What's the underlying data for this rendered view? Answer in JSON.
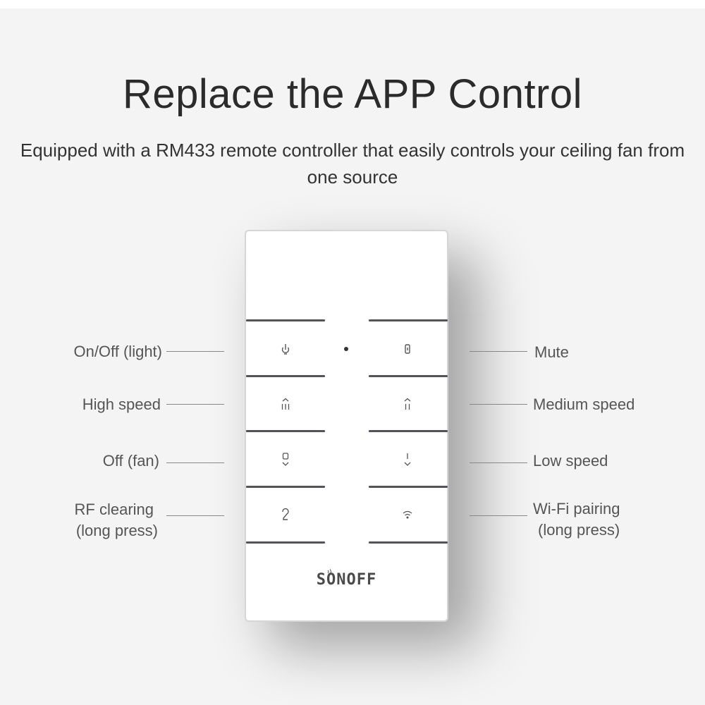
{
  "header": {
    "title": "Replace the APP Control",
    "subtitle": "Equipped with a RM433 remote controller that easily controls your ceiling fan from one source"
  },
  "remote": {
    "brand": "SONOFF",
    "buttons": [
      {
        "name": "light-icon",
        "icon": "bulb"
      },
      {
        "name": "mute-icon",
        "icon": "mute"
      },
      {
        "name": "high-speed-icon",
        "icon": "speed-3"
      },
      {
        "name": "medium-speed-icon",
        "icon": "speed-2"
      },
      {
        "name": "fan-off-icon",
        "icon": "fan-off"
      },
      {
        "name": "low-speed-icon",
        "icon": "speed-1"
      },
      {
        "name": "rf-clear-icon",
        "icon": "rf"
      },
      {
        "name": "wifi-icon",
        "icon": "wifi"
      }
    ]
  },
  "labels": {
    "left": {
      "onoff_light": "On/Off (light)",
      "high_speed": "High speed",
      "off_fan": "Off (fan)",
      "rf_clearing_1": "RF clearing",
      "rf_clearing_2": "(long press)"
    },
    "right": {
      "mute": "Mute",
      "medium_speed": "Medium speed",
      "low_speed": "Low speed",
      "wifi_pairing_1": "Wi-Fi pairing",
      "wifi_pairing_2": "(long press)"
    }
  },
  "colors": {
    "background": "#f4f4f4",
    "remote_body": "#ffffff",
    "divider": "#55525a",
    "text": "#444444"
  }
}
